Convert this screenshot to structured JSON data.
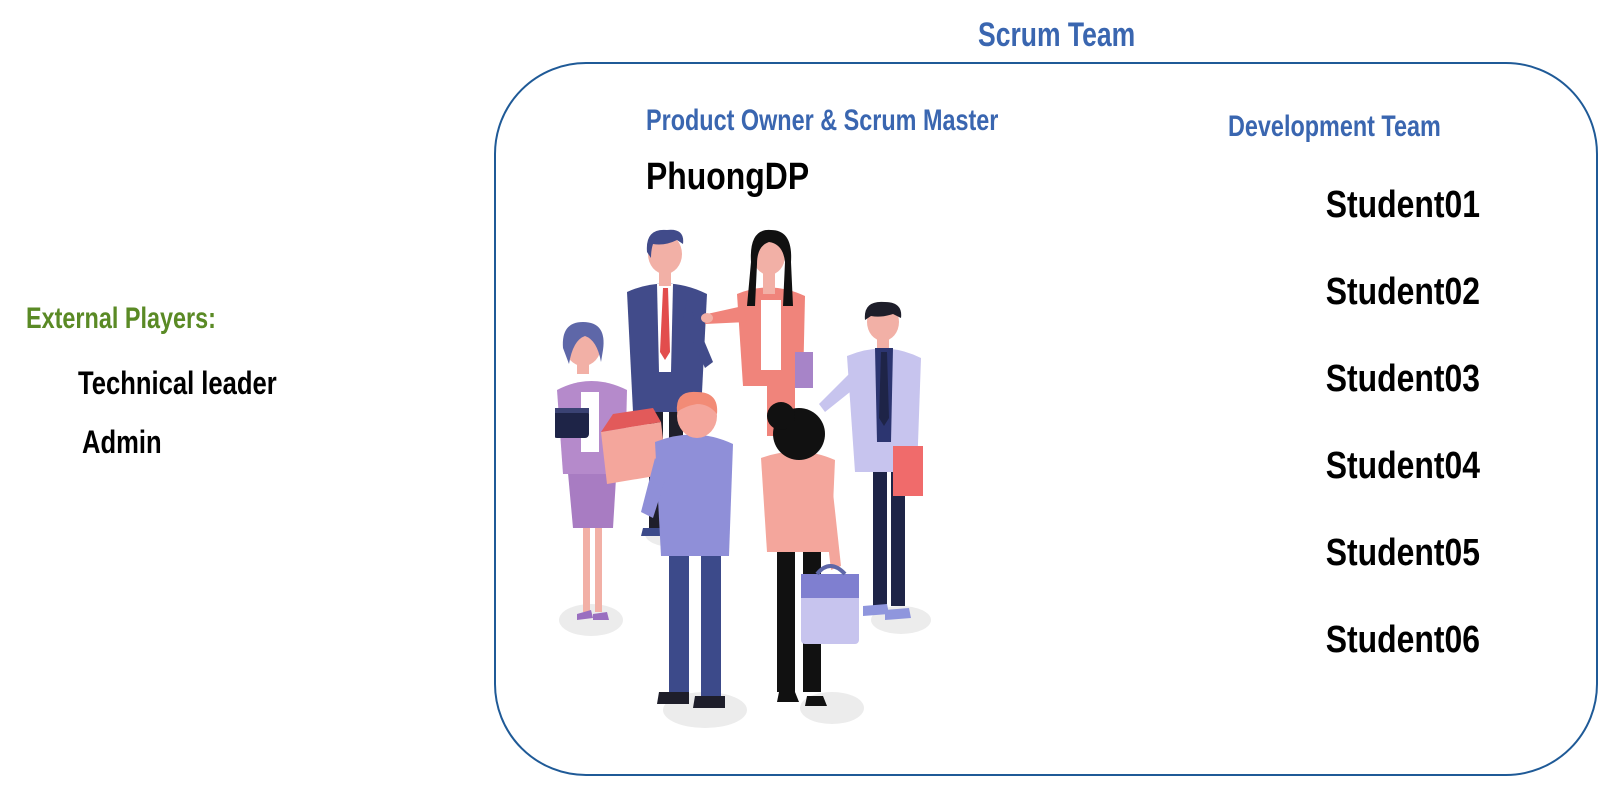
{
  "scrum_team": {
    "title": "Scrum Team",
    "product_owner_title": "Product Owner & Scrum Master",
    "product_owner_name": "PhuongDP",
    "development_team_title": "Development Team",
    "students": [
      "Student01",
      "Student02",
      "Student03",
      "Student04",
      "Student05",
      "Student06"
    ]
  },
  "external": {
    "title": "External Players:",
    "items": [
      "Technical leader",
      "Admin"
    ]
  },
  "colors": {
    "heading_blue": "#3a66b0",
    "box_border": "#1f5a97",
    "external_green": "#5a8a25"
  },
  "illustration": {
    "icon": "business-team-people-icon"
  }
}
